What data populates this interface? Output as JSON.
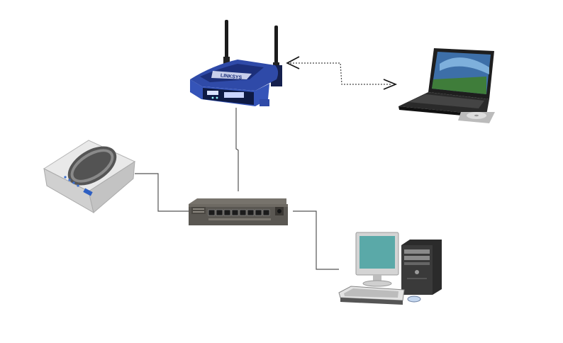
{
  "diagram": {
    "nodes": [
      {
        "id": "wireless-router",
        "kind": "device",
        "icon": "wireless-router-icon",
        "brand_text": "LINKSYS"
      },
      {
        "id": "laptop",
        "kind": "device",
        "icon": "laptop-icon"
      },
      {
        "id": "modem",
        "kind": "device",
        "icon": "modem-icon"
      },
      {
        "id": "network-switch",
        "kind": "device",
        "icon": "network-switch-icon",
        "port_count": 8
      },
      {
        "id": "desktop-computer",
        "kind": "device",
        "icon": "desktop-computer-icon"
      }
    ],
    "connections": [
      {
        "from": "wireless-router",
        "to": "laptop",
        "type": "wireless",
        "style": "dotted",
        "arrows": "both"
      },
      {
        "from": "wireless-router",
        "to": "network-switch",
        "type": "wired",
        "style": "solid"
      },
      {
        "from": "modem",
        "to": "network-switch",
        "type": "wired",
        "style": "solid"
      },
      {
        "from": "network-switch",
        "to": "desktop-computer",
        "type": "wired",
        "style": "solid"
      }
    ],
    "colors": {
      "router_body": "#2f4aa8",
      "router_face": "#1c2f7a",
      "cable": "#555555",
      "switch_body": "#5a5752",
      "monitor_screen": "#5aa9a8",
      "tower": "#2b2b2b",
      "laptop_screen": "#3d6fa8"
    }
  }
}
